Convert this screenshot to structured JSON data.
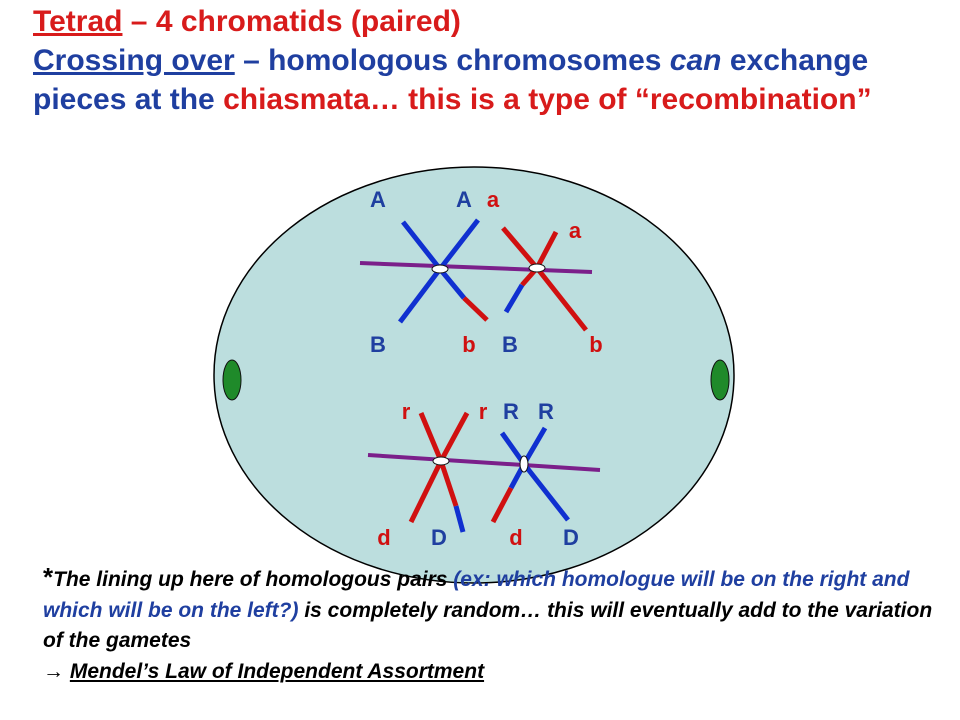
{
  "title": {
    "tetrad_term": "Tetrad",
    "tetrad_def": " – 4 chromatids (paired)",
    "crossing_term": "Crossing over",
    "crossing_def_1": " – homologous chromosomes ",
    "crossing_def_can": "can",
    "crossing_def_2": " exchange pieces at the ",
    "chiasmata": "chiasmata… this is a type of “recombination”"
  },
  "diagram": {
    "top_pair": {
      "upper_labels": [
        "A",
        "A",
        "a",
        "a"
      ],
      "lower_labels": [
        "B",
        "b",
        "B",
        "b"
      ]
    },
    "bottom_pair": {
      "upper_labels": [
        "r",
        "r",
        "R",
        "R"
      ],
      "lower_labels": [
        "d",
        "D",
        "d",
        "D"
      ]
    },
    "colors": {
      "cell_fill": "#BCDEDE",
      "chromosome_blue": "#1030D0",
      "chromosome_red": "#D01010",
      "spindle_purple": "#7B1F8A",
      "centriole_green": "#1F8A2A"
    }
  },
  "note": {
    "star": "*",
    "part1": "The lining up here of homologous pairs ",
    "part2_blue": "(ex: which homologue will be on the right and which will be on the left?)",
    "part3": " is completely random… this will eventually add to the variation of the gametes",
    "arrow": "→ ",
    "law": "Mendel’s Law of Independent Assortment"
  }
}
